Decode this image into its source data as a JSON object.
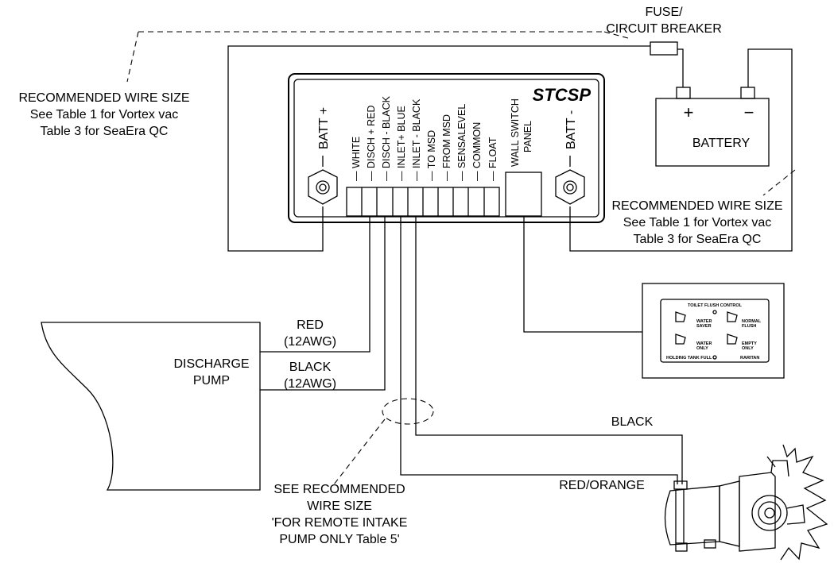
{
  "controller": {
    "title": "STCSP",
    "batt_pos": "BATT +",
    "batt_neg": "BATT -",
    "terminals": [
      "WHITE",
      "DISCH + RED",
      "DISCH - BLACK",
      "INLET+ BLUE",
      "INLET - BLACK",
      "TO MSD",
      "FROM MSD",
      "SENSALEVEL",
      "COMMON",
      "FLOAT"
    ],
    "wall_switch": [
      "WALL SWITCH",
      "PANEL"
    ]
  },
  "fuse": {
    "line1": "FUSE/",
    "line2": "CIRCUIT BREAKER"
  },
  "battery": {
    "label": "BATTERY",
    "plus": "+",
    "minus": "−"
  },
  "wire_note_left": [
    "RECOMMENDED WIRE SIZE",
    "See Table 1 for Vortex vac",
    "Table 3 for SeaEra QC"
  ],
  "wire_note_right": [
    "RECOMMENDED WIRE SIZE",
    "See Table 1 for Vortex vac",
    "Table 3 for SeaEra QC"
  ],
  "discharge_pump": {
    "label": [
      "DISCHARGE",
      "PUMP"
    ],
    "red": [
      "RED",
      "(12AWG)"
    ],
    "black": [
      "BLACK",
      "(12AWG)"
    ]
  },
  "intake_note": [
    "SEE RECOMMENDED",
    "WIRE SIZE",
    "'FOR REMOTE INTAKE",
    "PUMP ONLY Table 5'"
  ],
  "intake_pump": {
    "black": "BLACK",
    "red_orange": "RED/ORANGE"
  },
  "panel": {
    "title": "TOILET FLUSH CONTROL",
    "water_saver": [
      "WATER",
      "SAVER"
    ],
    "normal_flush": [
      "NORMAL",
      "FLUSH"
    ],
    "water_only": [
      "WATER",
      "ONLY"
    ],
    "empty_only": [
      "EMPTY",
      "ONLY"
    ],
    "holding_tank": "HOLDING TANK FULL",
    "brand": "RARITAN"
  }
}
